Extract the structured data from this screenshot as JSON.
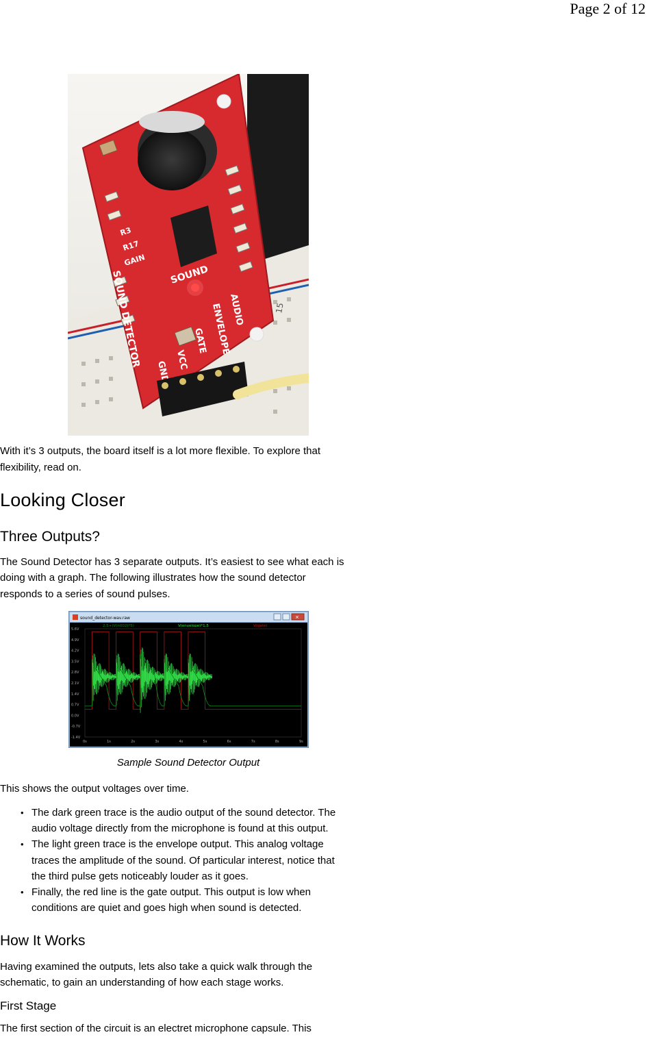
{
  "page_number": "Page 2 of 12",
  "photo": {
    "board_labels": [
      "SOUND",
      "SOUND DETECTOR",
      "ENVELOPE",
      "AUDIO",
      "GATE",
      "VCC",
      "GND",
      "R3",
      "R17",
      "GAIN",
      "15"
    ],
    "colors": {
      "board": "#d72a2f",
      "silk": "#ffffff",
      "breadboard": "#ece9e2",
      "wire": "#f2e39a"
    }
  },
  "intro_text_1": "With it’s 3 outputs, the board itself is a lot more flexible. To explore that",
  "intro_text_2": "flexibility, read on.",
  "heading_looking_closer": "Looking Closer",
  "heading_three_outputs": "Three Outputs?",
  "three_outputs_text": [
    "The Sound Detector has 3 separate outputs. It’s easiest to see what each is",
    "doing with a graph. The following illustrates how the sound detector",
    "responds to a series of sound pulses."
  ],
  "scope": {
    "window_title": "sound_detector-wav.raw",
    "trace_labels": [
      "2.5+(V(n002)*5)",
      "V(envelope)*1.5",
      "V(gate)"
    ],
    "y_ticks": [
      "5.6V",
      "4.9V",
      "4.2V",
      "3.5V",
      "2.8V",
      "2.1V",
      "1.4V",
      "0.7V",
      "0.0V",
      "-0.7V",
      "-1.4V"
    ],
    "x_ticks": [
      "0s",
      "1s",
      "2s",
      "3s",
      "4s",
      "5s",
      "6s",
      "7s",
      "8s",
      "9s"
    ],
    "colors": {
      "audio": "#0a8a1a",
      "envelope": "#34e04a",
      "gate": "#b01818",
      "background": "#000000"
    }
  },
  "caption": "Sample Sound Detector Output",
  "output_text": "This shows the output voltages over time.",
  "bullets": [
    {
      "line1": "The dark green trace is the audio output of the sound detector. The",
      "line2": "audio voltage directly from the microphone is found at this output."
    },
    {
      "line1": "The light green trace is the envelope output. This analog voltage",
      "line2": "traces the amplitude of the sound. Of particular interest, notice that",
      "line3": "the third pulse gets noticeably louder as it goes."
    },
    {
      "line1": "Finally, the red line is the gate output. This output is low when",
      "line2": "conditions are quiet and goes high when sound is detected."
    }
  ],
  "heading_how_it_works": "How It Works",
  "how_it_works_text": [
    "Having examined the outputs, lets also take a quick walk through the",
    "schematic, to gain an understanding of how each stage works."
  ],
  "heading_first_stage": "First Stage",
  "first_stage_text": "The first section of the circuit is an electret microphone capsule. This"
}
